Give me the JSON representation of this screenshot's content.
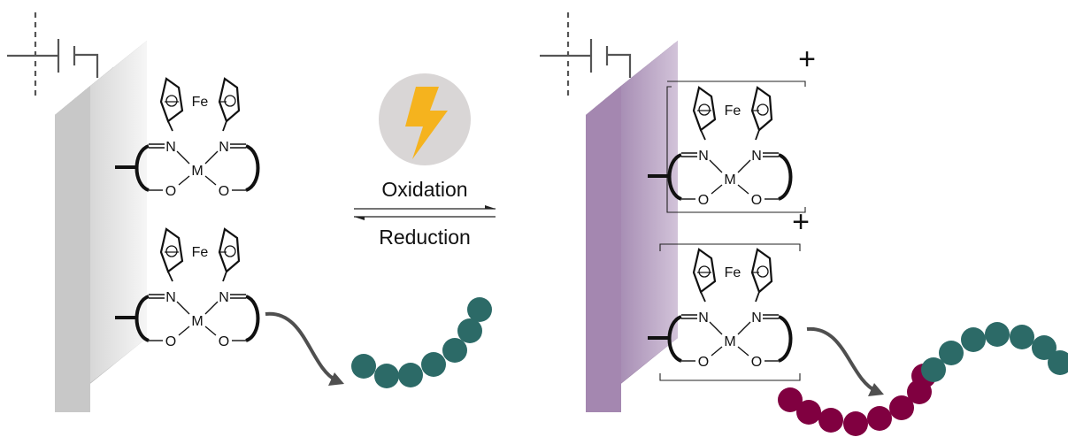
{
  "reaction": {
    "forward_label": "Oxidation",
    "reverse_label": "Reduction",
    "trigger_icon": "lightning-bolt-icon",
    "trigger_colors": {
      "circle": "#d9d6d6",
      "bolt": "#f5b31e"
    }
  },
  "states": [
    {
      "id": "reduced",
      "electrode_colors": {
        "face": "#ececec",
        "side": "#bdbdbd",
        "top": "#8f8f8f"
      },
      "complexes": [
        {
          "metal": "M",
          "iron": "Fe",
          "nitrogen": "N",
          "oxygen": "O",
          "charge": ""
        },
        {
          "metal": "M",
          "iron": "Fe",
          "nitrogen": "N",
          "oxygen": "O",
          "charge": ""
        }
      ],
      "polymer": {
        "blocks": [
          {
            "monomer": "teal",
            "count": 7
          }
        ]
      }
    },
    {
      "id": "oxidized",
      "electrode_colors": {
        "face": "#b9a4c4",
        "side": "#94779f",
        "top": "#6e5279"
      },
      "complexes": [
        {
          "metal": "M",
          "iron": "Fe",
          "nitrogen": "N",
          "oxygen": "O",
          "charge": "+"
        },
        {
          "metal": "M",
          "iron": "Fe",
          "nitrogen": "N",
          "oxygen": "O",
          "charge": "+"
        }
      ],
      "polymer": {
        "blocks": [
          {
            "monomer": "maroon",
            "count": 8
          },
          {
            "monomer": "teal",
            "count": 7
          }
        ]
      }
    }
  ],
  "colors": {
    "teal": "#2c6a67",
    "maroon": "#800040",
    "curved_arrow": "#4f4f4f",
    "circuit": "#555555"
  }
}
